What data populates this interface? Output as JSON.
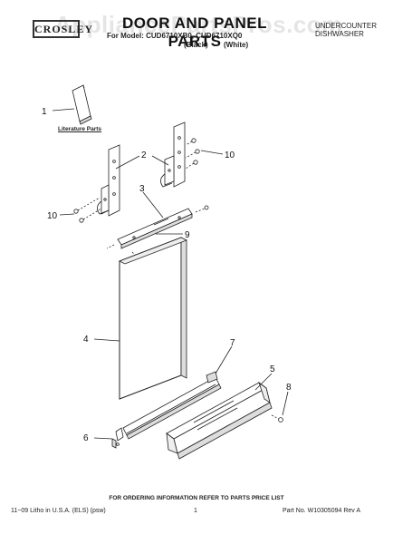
{
  "header": {
    "watermark": "AppliancePartsPros.com",
    "logo_text": "CROSLEY",
    "title": "DOOR AND PANEL PARTS",
    "models_line": "For Model: CUD6710XB0, CUD6710XQ0",
    "variant_black": "(Black)",
    "variant_white": "(White)",
    "product_line1": "UNDERCOUNTER",
    "product_line2": "DISHWASHER"
  },
  "diagram": {
    "literature_label": "Literature Parts",
    "callouts": [
      "1",
      "2",
      "3",
      "4",
      "5",
      "6",
      "7",
      "8",
      "9",
      "10",
      "10"
    ]
  },
  "footer": {
    "ordering_info": "FOR ORDERING INFORMATION REFER TO PARTS PRICE LIST",
    "litho": "11−09 Litho in U.S.A. (ELS) (psw)",
    "page_number": "1",
    "part_no": "Part No. W10305094 Rev A"
  },
  "colors": {
    "line": "#222222",
    "panel_fill": "#ffffff",
    "shade": "#dddddd"
  }
}
